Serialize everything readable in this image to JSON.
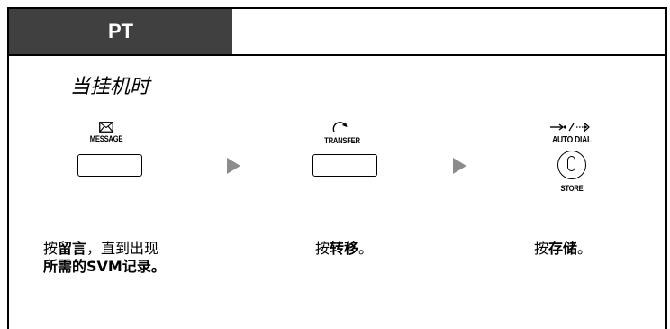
{
  "header": {
    "title": "PT"
  },
  "condition": "当挂机时",
  "steps": [
    {
      "key_label": "MESSAGE",
      "instruction": {
        "p1": "按",
        "b1": "留言",
        "p2": "，直到出现",
        "b2": "所需的SVM记录。"
      }
    },
    {
      "key_label": "TRANSFER",
      "instruction": {
        "p1": "按",
        "b1": "转移",
        "p2": "。"
      }
    },
    {
      "key_label_top": "AUTO DIAL",
      "key_label_bottom": "STORE",
      "instruction": {
        "p1": "按",
        "b1": "存储",
        "p2": "。"
      }
    }
  ]
}
